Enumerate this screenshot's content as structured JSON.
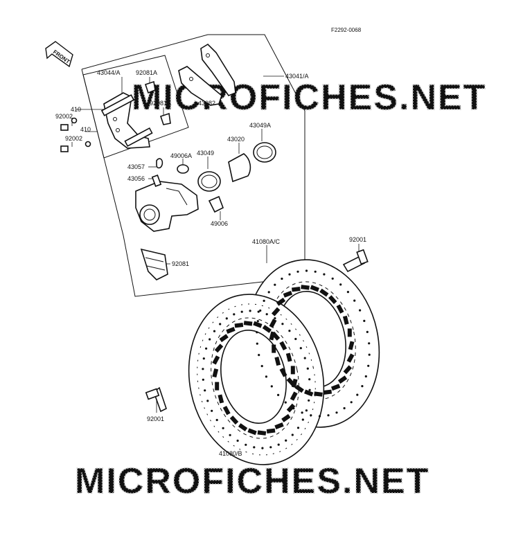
{
  "figure_code": "F2292-0068",
  "front_label": "FRONT",
  "watermark": "MICROFICHES.NET",
  "labels": {
    "l43044A": "43044/A",
    "l92081A_1": "92081A",
    "l92081A_2": "92081A",
    "l43041A": "43041/A",
    "l410_1": "410",
    "l92002_1": "92002",
    "l410_2": "410",
    "l92002_2": "92002",
    "l43082": "43082",
    "l43049A": "43049A",
    "l43020": "43020",
    "l43049": "43049",
    "l49006A": "49006A",
    "l43057": "43057",
    "l43056": "43056",
    "l49006": "49006",
    "l92081": "92081",
    "l41080AC": "41080A/C",
    "l92001_1": "92001",
    "l92001_2": "92001",
    "l41080B": "41080/B"
  }
}
